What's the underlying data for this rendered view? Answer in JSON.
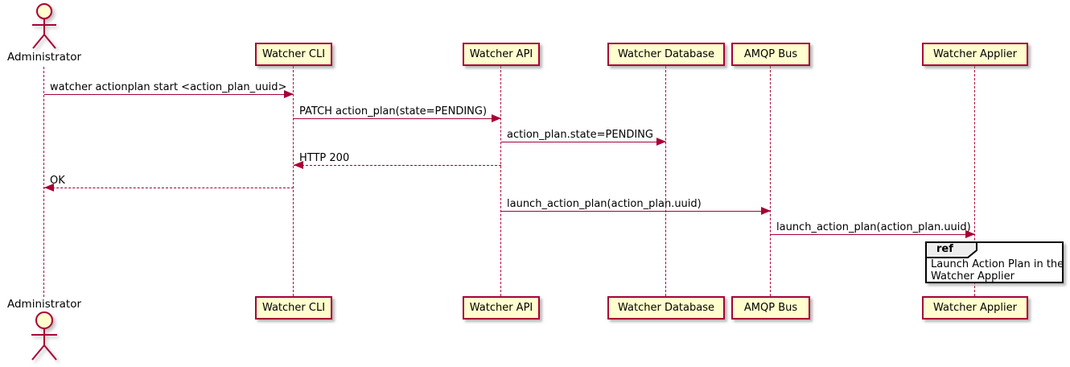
{
  "diagram": {
    "type": "sequence",
    "colors": {
      "participant_fill": "#FEFECE",
      "accent": "#A80036",
      "ref_header_fill": "#EEEEEE",
      "ref_border": "#000000",
      "background": "#FFFFFF"
    },
    "actor": {
      "name": "Administrator"
    },
    "participants": [
      {
        "label": "Watcher CLI"
      },
      {
        "label": "Watcher API"
      },
      {
        "label": "Watcher Database"
      },
      {
        "label": "AMQP Bus"
      },
      {
        "label": "Watcher Applier"
      }
    ],
    "messages": [
      {
        "label": "watcher actionplan start <action_plan_uuid>",
        "from": "Administrator",
        "to": "Watcher CLI",
        "line": "solid",
        "direction": "right"
      },
      {
        "label": "PATCH action_plan(state=PENDING)",
        "from": "Watcher CLI",
        "to": "Watcher API",
        "line": "solid",
        "direction": "right"
      },
      {
        "label": "action_plan.state=PENDING",
        "from": "Watcher API",
        "to": "Watcher Database",
        "line": "solid",
        "direction": "right"
      },
      {
        "label": "HTTP 200",
        "from": "Watcher API",
        "to": "Watcher CLI",
        "line": "dashed",
        "direction": "left"
      },
      {
        "label": "OK",
        "from": "Watcher CLI",
        "to": "Administrator",
        "line": "dashed",
        "direction": "left"
      },
      {
        "label": "launch_action_plan(action_plan.uuid)",
        "from": "Watcher API",
        "to": "AMQP Bus",
        "line": "solid",
        "direction": "right"
      },
      {
        "label": "launch_action_plan(action_plan.uuid)",
        "from": "AMQP Bus",
        "to": "Watcher Applier",
        "line": "solid",
        "direction": "right"
      }
    ],
    "ref": {
      "keyword": "ref",
      "over": "Watcher Applier",
      "line1": "Launch Action Plan in the",
      "line2": "Watcher Applier"
    }
  }
}
